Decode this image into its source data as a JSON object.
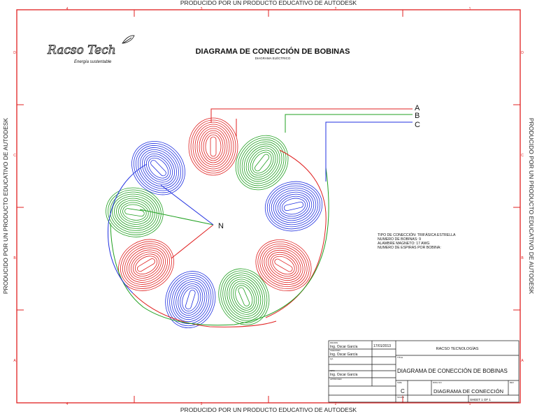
{
  "watermark": "PRODUCIDO POR UN PRODUCTO EDUCATIVO DE AUTODESK",
  "logo": {
    "name": "Racso Tech",
    "tagline": "Energía sustentable"
  },
  "title": "DIAGRAMA DE CONECCIÓN DE BOBINAS",
  "subtitle": "DIAGRAMA ELÉCTRICO",
  "zones": {
    "columns": [
      "4",
      "3",
      "2",
      "1"
    ],
    "rows": [
      "D",
      "C",
      "B",
      "A"
    ]
  },
  "phases": [
    {
      "label": "A",
      "color": "#e02020"
    },
    {
      "label": "B",
      "color": "#20a020"
    },
    {
      "label": "C",
      "color": "#2030e0"
    }
  ],
  "neutral_label": "N",
  "specs": [
    "TIPO DE CONECCIÓN: TRIFÁSICA ESTRELLA",
    "NUMERO DE BOBINAS: 9",
    "ALAMBRE MAGNETO: 17 AWG",
    "NUMERO DE ESPIRAS POR BOBINA:"
  ],
  "title_block": {
    "drawn_label": "DRAWN",
    "drawn_name": "Ing. Oscar García",
    "date": "17/01/2013",
    "checked_label": "CHECKED",
    "checked_name": "Ing. Oscar García",
    "qa_label": "QA",
    "mfg_label": "MFG",
    "mfg_name": "Ing. Oscar García",
    "approved_label": "APPROVED",
    "company": "RACSO TECNOLOGÍAS",
    "title_label": "TITLE",
    "drawing_title": "DIAGRAMA DE CONECCIÓN DE BOBINAS",
    "size_label": "SIZE",
    "size": "C",
    "dwg_label": "DWG NO",
    "dwg_no": "DIAGRAMA DE CONECCIÓN",
    "rev_label": "REV",
    "scale_label": "SCALE",
    "sheet": "SHEET 1  OF 1"
  }
}
